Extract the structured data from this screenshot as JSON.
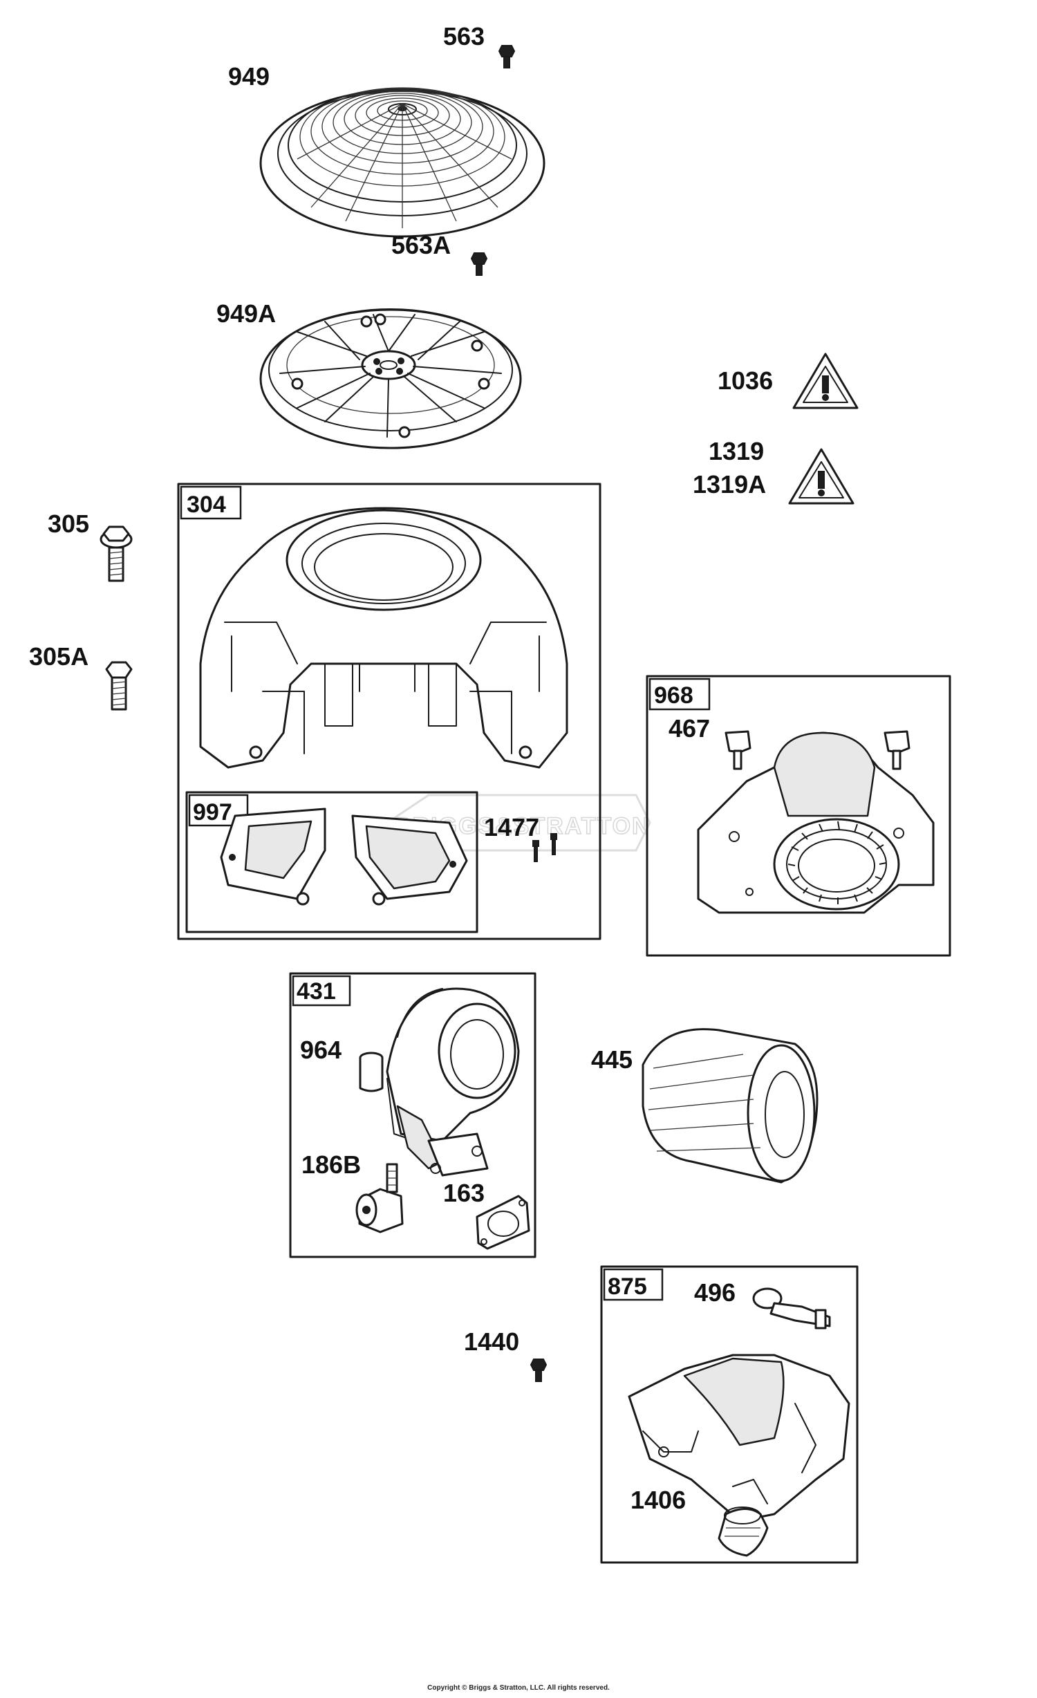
{
  "labels": {
    "l563": "563",
    "l949": "949",
    "l563A": "563A",
    "l949A": "949A",
    "l1036": "1036",
    "l1319": "1319",
    "l1319A": "1319A",
    "l305": "305",
    "l305A": "305A",
    "l467": "467",
    "l1477": "1477",
    "l964": "964",
    "l186B": "186B",
    "l163": "163",
    "l445": "445",
    "l496": "496",
    "l1440": "1440",
    "l1406": "1406"
  },
  "boxes": {
    "b304": "304",
    "b997": "997",
    "b968": "968",
    "b431": "431",
    "b875": "875"
  },
  "warning_icon": "warning-triangle-icon",
  "watermark_logo": "BRIGGS&STRATTON",
  "copyright": "Copyright © Briggs & Stratton, LLC. All rights reserved."
}
